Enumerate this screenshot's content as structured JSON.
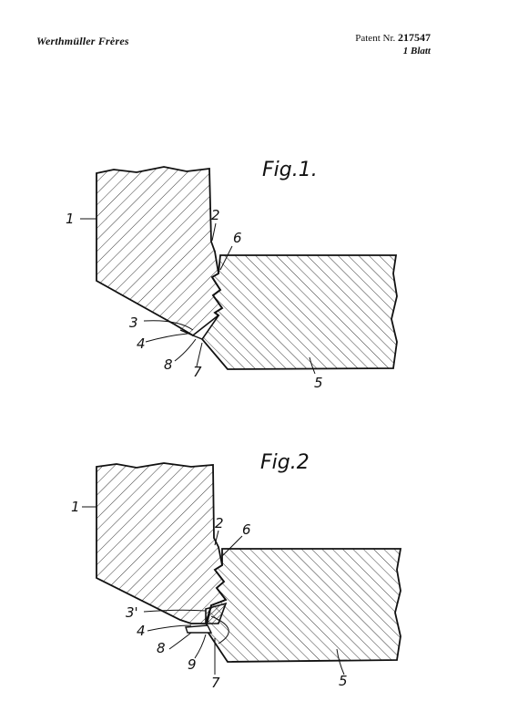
{
  "header": {
    "applicant": "Werthmüller Frères",
    "patent_prefix": "Patent Nr.",
    "patent_number": "217547",
    "sheet": "1 Blatt"
  },
  "figures": [
    {
      "title": "Fig.1.",
      "labels": {
        "l1": "1",
        "l2": "2",
        "l3": "3",
        "l4": "4",
        "l5": "5",
        "l6": "6",
        "l7": "7",
        "l8": "8"
      }
    },
    {
      "title": "Fig.2",
      "labels": {
        "l1": "1",
        "l2": "2",
        "l3": "3'",
        "l4": "4",
        "l5": "5",
        "l6": "6",
        "l7": "7",
        "l8": "8",
        "l9": "9"
      }
    }
  ]
}
